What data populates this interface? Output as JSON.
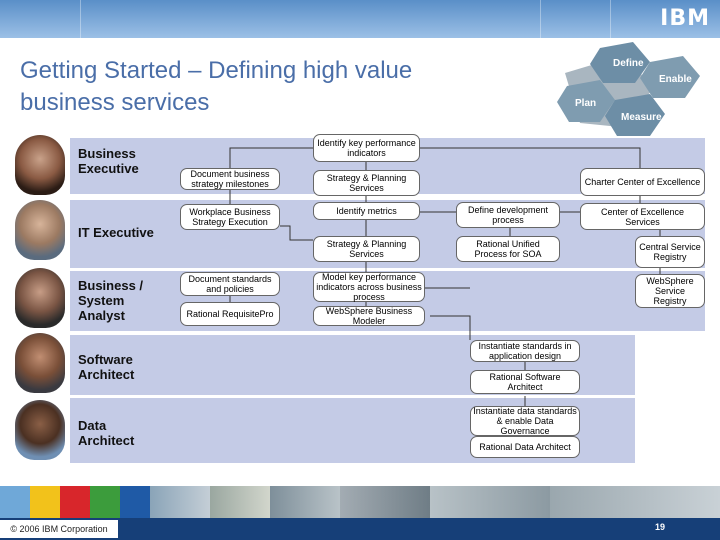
{
  "header": {
    "logo": "IBM"
  },
  "title": "Getting Started – Defining high value business services",
  "hexagons": [
    "Define",
    "Enable",
    "Plan",
    "Measure"
  ],
  "roles": [
    {
      "name": "Business Executive"
    },
    {
      "name": "IT Executive"
    },
    {
      "name": "Business / System Analyst"
    },
    {
      "name": "Software Architect"
    },
    {
      "name": "Data Architect"
    }
  ],
  "boxes": {
    "identify_kpi": "Identify key performance indicators",
    "doc_milestones": "Document business strategy milestones",
    "strategy_planning_1": "Strategy & Planning Services",
    "charter_coe": "Charter Center of Excellence",
    "workplace_bse": "Workplace Business Strategy Execution",
    "identify_metrics": "Identify metrics",
    "define_dev_process": "Define development process",
    "coe_services": "Center of Excellence Services",
    "strategy_planning_2": "Strategy & Planning Services",
    "rational_unified": "Rational Unified Process for SOA",
    "central_registry": "Central Service Registry",
    "doc_standards": "Document standards and policies",
    "rational_reqpro": "Rational RequisitePro",
    "model_kpi": "Model key performance indicators across business process",
    "websphere_modeler": "WebSphere Business Modeler",
    "websphere_registry": "WebSphere Service Registry",
    "instantiate_app": "Instantiate standards in application design",
    "rational_architect": "Rational Software Architect",
    "instantiate_data": "Instantiate data standards & enable Data Governance",
    "rational_data": "Rational Data Architect"
  },
  "footer": {
    "copyright": "© 2006 IBM Corporation",
    "page": "19"
  }
}
